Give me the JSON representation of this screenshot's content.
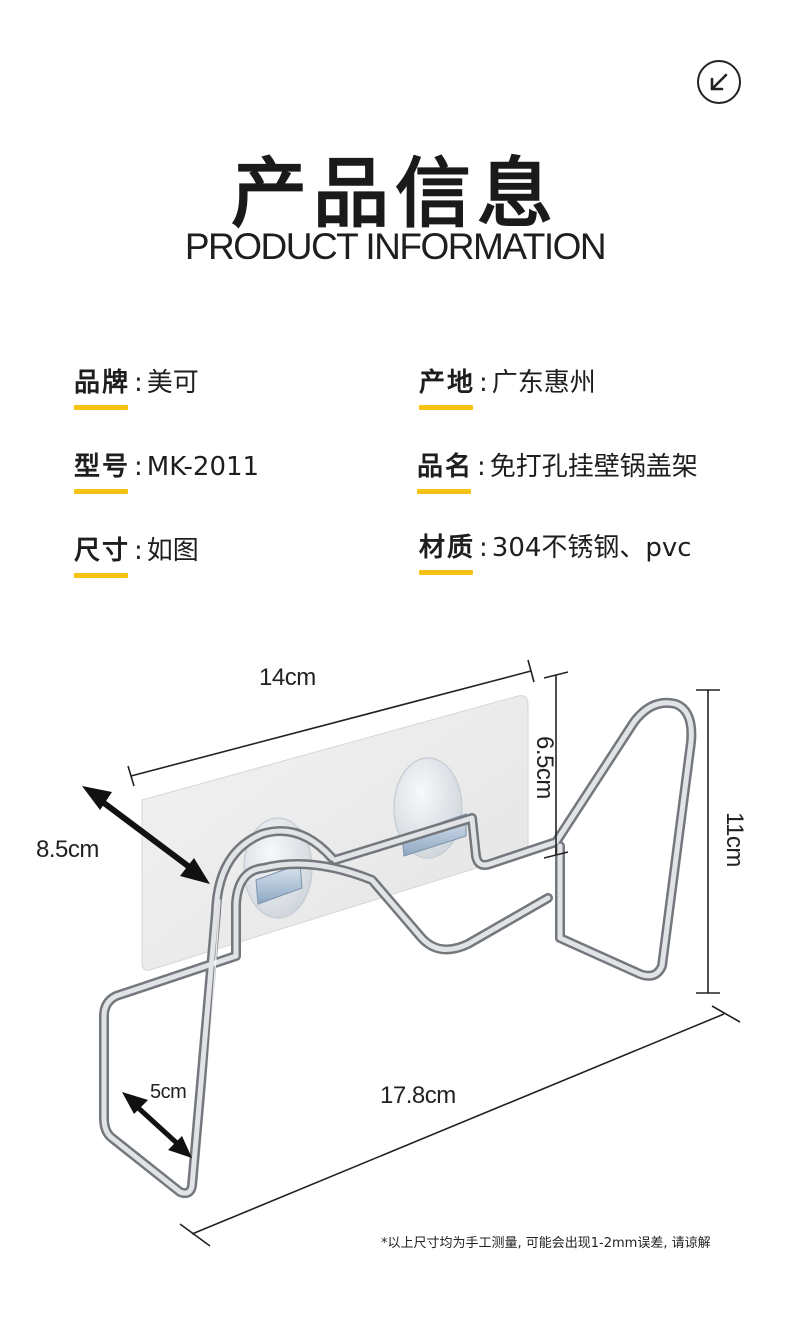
{
  "header": {
    "title_cn": "产品信息",
    "title_en": "PRODUCT INFORMATION",
    "corner_icon": "arrow-down-left-circle-icon"
  },
  "specs": [
    {
      "key": "品牌",
      "sep": ":",
      "value": "美可"
    },
    {
      "key": "产地",
      "sep": ":",
      "value": "广东惠州"
    },
    {
      "key": "型号",
      "sep": ":",
      "value": "MK-2011"
    },
    {
      "key": "品名",
      "sep": ":",
      "value": "免打孔挂壁锅盖架"
    },
    {
      "key": "尺寸",
      "sep": ":",
      "value": "如图"
    },
    {
      "key": "材质",
      "sep": ":",
      "value": "304不锈钢、pvc"
    }
  ],
  "dimensions": {
    "top_width": "14cm",
    "plate_height": "6.5cm",
    "height": "11cm",
    "depth": "8.5cm",
    "base_depth": "5cm",
    "length": "17.8cm"
  },
  "footnote": "*以上尺寸均为手工测量, 可能会出现1-2mm误差, 请谅解",
  "colors": {
    "accent_underline": "#f6c313",
    "text": "#1e1e1e",
    "steel": "#a8abb0"
  }
}
